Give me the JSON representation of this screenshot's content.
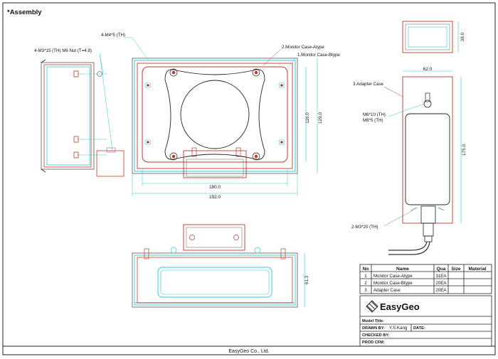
{
  "title": "*Assembly",
  "callouts": {
    "m4": "4-M4*5 (TH)",
    "m3_nut": "4-M3*15 (TH) M6 Nut (T=4.8)",
    "case_a": "2.Monitor Case-Atype",
    "case_b": "1.Monitor Case-Btype",
    "adapter": "3.Adapter Case",
    "m6_10": "M6*10 (TH)",
    "m6_5": "M6*5 (TH)",
    "m3_20": "2-M3*20 (TH)"
  },
  "dimensions": {
    "inner_width": "180.0",
    "outer_width": "192.0",
    "inner_height": "116.0",
    "outer_height": "129.0",
    "side_depth": "61.3",
    "adapter_width": "62.0",
    "adapter_height": "175.0",
    "adapter_depth": "38.0"
  },
  "parts_table": {
    "headers": {
      "no": "No",
      "name": "Name",
      "qty": "Qua",
      "size": "Size",
      "material": "Material"
    },
    "rows": [
      {
        "no": "1",
        "name": "Monitor Case-Atype",
        "qty": "31EA"
      },
      {
        "no": "2",
        "name": "Monitor Case-Btype",
        "qty": "20EA"
      },
      {
        "no": "3",
        "name": "Adapter Case",
        "qty": "20EA"
      }
    ]
  },
  "title_block": {
    "brand": "EasyGeo",
    "model_title_label": "Model Title:",
    "drawn_by_label": "DRAWN BY:",
    "drawn_by_value": "Y.S.Kang",
    "date_label": "DATE:",
    "checked_by_label": "CHECKED BY:",
    "prod_cfm_label": "PROD CFM:"
  },
  "footer": "EasyGeo Co., Ltd."
}
